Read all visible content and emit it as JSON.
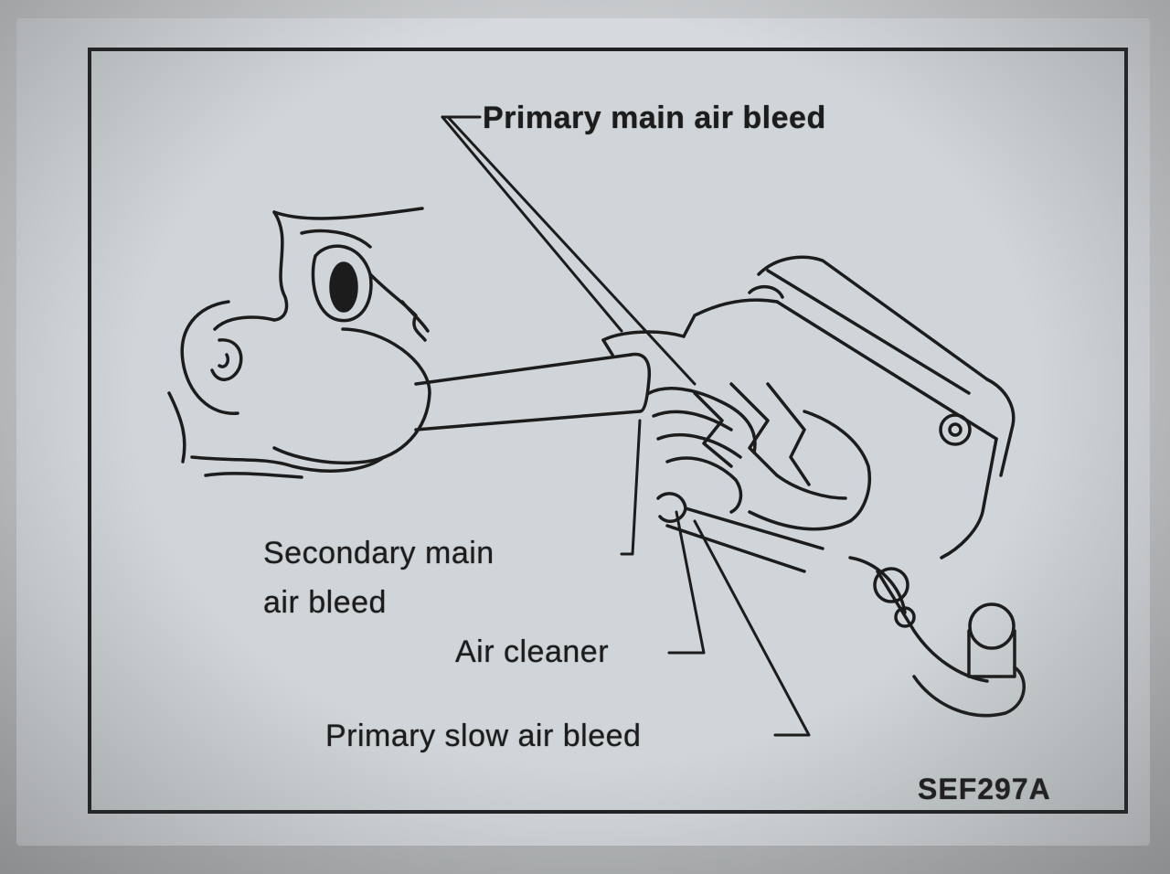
{
  "diagram": {
    "labels": {
      "primary_main_air_bleed": "Primary main air bleed",
      "secondary_main_air_bleed_line1": "Secondary main",
      "secondary_main_air_bleed_line2": "air bleed",
      "air_cleaner": "Air cleaner",
      "primary_slow_air_bleed": "Primary slow air bleed"
    },
    "figure_code": "SEF297A"
  },
  "colors": {
    "ink": "#1c1c1c",
    "paper": "#cfd5d8"
  }
}
